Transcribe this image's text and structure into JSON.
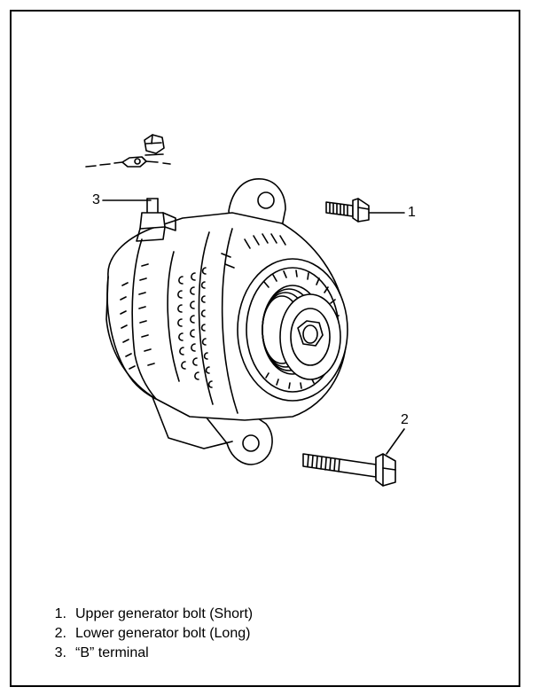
{
  "callouts": {
    "c1": "1",
    "c2": "2",
    "c3": "3"
  },
  "legend": [
    {
      "num": "1.",
      "text": "Upper generator bolt (Short)"
    },
    {
      "num": "2.",
      "text": "Lower generator bolt (Long)"
    },
    {
      "num": "3.",
      "text": "“B” terminal"
    }
  ]
}
